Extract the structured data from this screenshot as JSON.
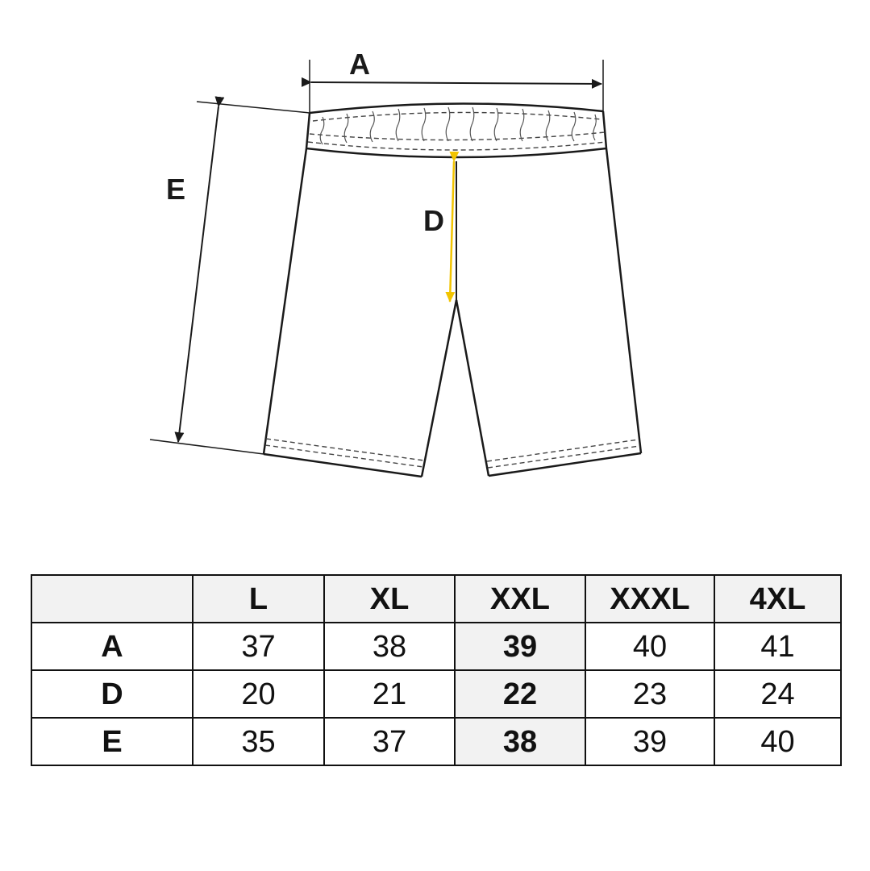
{
  "diagram": {
    "labels": {
      "a": "A",
      "d": "D",
      "e": "E"
    },
    "colors": {
      "outline": "#1a1a1a",
      "accent_arrow": "#f2c400"
    }
  },
  "size_table": {
    "headers": [
      "",
      "L",
      "XL",
      "XXL",
      "XXXL",
      "4XL"
    ],
    "highlight_column": "XXL",
    "rows": [
      {
        "label": "A",
        "values": [
          "37",
          "38",
          "39",
          "40",
          "41"
        ]
      },
      {
        "label": "D",
        "values": [
          "20",
          "21",
          "22",
          "23",
          "24"
        ]
      },
      {
        "label": "E",
        "values": [
          "35",
          "37",
          "38",
          "39",
          "40"
        ]
      }
    ],
    "colors": {
      "header_bg": "#f2f2f2",
      "highlight_bg": "#f2f2f2",
      "border": "#111111"
    }
  }
}
